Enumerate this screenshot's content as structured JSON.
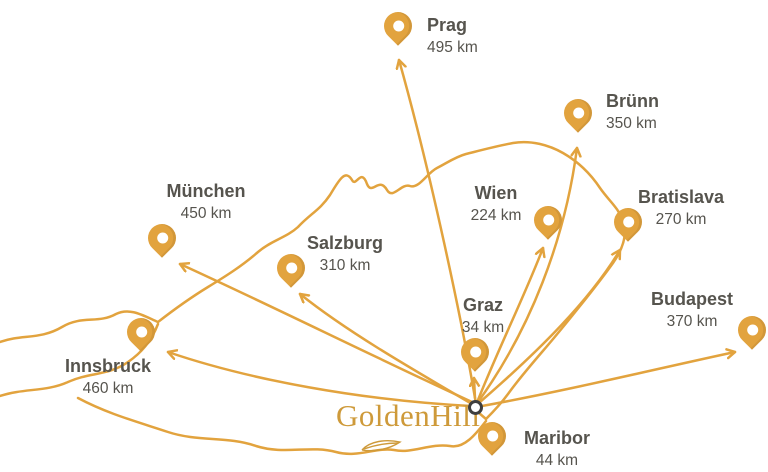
{
  "brand": {
    "name": "GoldenHill"
  },
  "colors": {
    "accent": "#E2A33E",
    "label_text": "#56544E",
    "logo": "#CE9A3A"
  },
  "cities": [
    {
      "name": "Prag",
      "distance": "495 km"
    },
    {
      "name": "Brünn",
      "distance": "350 km"
    },
    {
      "name": "München",
      "distance": "450 km"
    },
    {
      "name": "Salzburg",
      "distance": "310 km"
    },
    {
      "name": "Wien",
      "distance": "224 km"
    },
    {
      "name": "Bratislava",
      "distance": "270 km"
    },
    {
      "name": "Graz",
      "distance": "34 km"
    },
    {
      "name": "Budapest",
      "distance": "370 km"
    },
    {
      "name": "Innsbruck",
      "distance": "460 km"
    },
    {
      "name": "Maribor",
      "distance": "44 km"
    }
  ]
}
